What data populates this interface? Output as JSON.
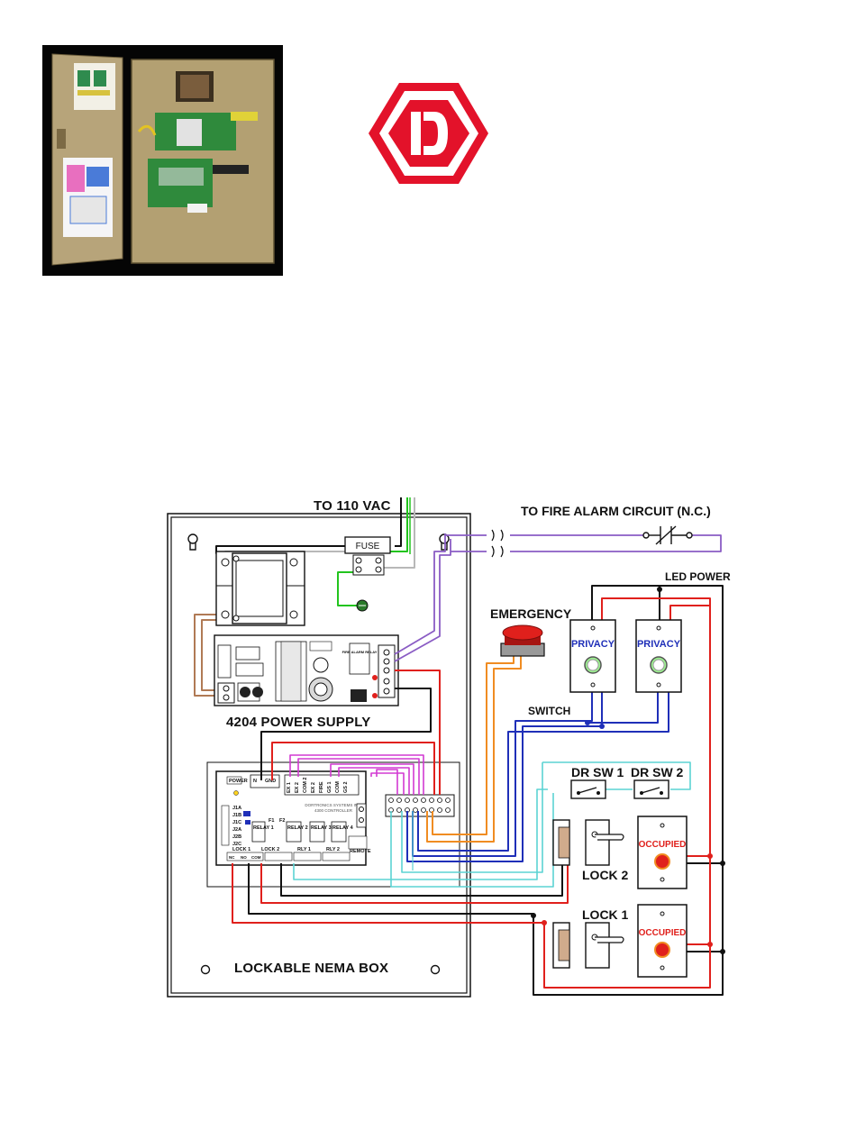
{
  "logo": {
    "color": "#e3122a"
  },
  "photo": {
    "description_icon": "nema-box-photo"
  },
  "diagram": {
    "supply_label": "TO 110 VAC",
    "fire_alarm_label": "TO FIRE ALARM CIRCUIT (N.C.)",
    "fuse_label": "FUSE",
    "power_supply_label": "4204 POWER SUPPLY",
    "power_supply_small": "FIRE ALARM RELAY",
    "controller_brand": "DORTRONICS SYSTEMS INC.",
    "controller_model": "4300 CONTROLLER",
    "controller_terms": {
      "power": "POWER",
      "n": "N",
      "gnd": "GND",
      "ex1": "EX 1",
      "ex2": "EX 2",
      "com2": "COM 2",
      "fire": "FIRE",
      "com": "COM",
      "gs2": "GS 2",
      "gs1": "GS 1",
      "remote": "REMOTE",
      "relay1": "RELAY 1",
      "relay2": "RELAY 2",
      "relay3": "RELAY 3",
      "relay4": "RELAY 4",
      "lock1": "LOCK 1",
      "lock2": "LOCK 2",
      "rly1": "RLY 1",
      "rly2": "RLY 2",
      "j1a": "J1A",
      "j1b": "J1B",
      "j1c": "J1C",
      "j2a": "J2A",
      "j2b": "J2B",
      "j2c": "J2C",
      "f1": "F1",
      "f2": "F2",
      "nc": "NC",
      "no": "NO",
      "comt": "COM"
    },
    "box_label": "LOCKABLE NEMA BOX",
    "emergency_label": "EMERGENCY",
    "led_power_label": "LED POWER",
    "privacy_1": "PRIVACY",
    "privacy_2": "PRIVACY",
    "switch_label": "SWITCH",
    "dr_sw1": "DR SW 1",
    "dr_sw2": "DR SW 2",
    "lock2_label": "LOCK 2",
    "lock1_label": "LOCK 1",
    "occupied_1": "OCCUPIED",
    "occupied_2": "OCCUPIED"
  },
  "colors": {
    "purple": "#8a5cc4",
    "green": "#22c41e",
    "gray": "#b8b8b8",
    "brown": "#b07a55",
    "red": "#e0201c",
    "black": "#111111",
    "orange": "#f08c22",
    "blue": "#1f2fb8",
    "cyan": "#5cd3d3",
    "magenta": "#d23ad2"
  }
}
